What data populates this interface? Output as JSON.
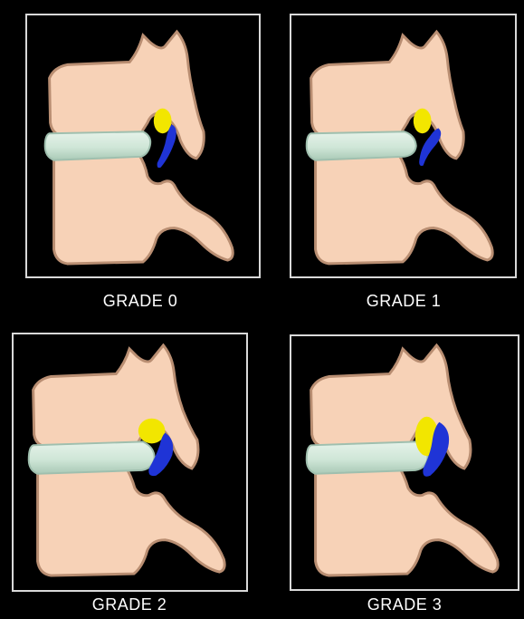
{
  "panels": [
    {
      "caption": "GRADE 0",
      "grade": 0
    },
    {
      "caption": "GRADE 1",
      "grade": 1
    },
    {
      "caption": "GRADE 2",
      "grade": 2
    },
    {
      "caption": "GRADE 3",
      "grade": 3
    }
  ],
  "colors": {
    "bone_fill": "#f7d2b7",
    "bone_outline": "#b98e72",
    "disc_fill": "#cfe6d7",
    "disc_outline": "#9fbfae",
    "nerve_root": "#f2e600",
    "foraminal_content": "#1f34d6",
    "frame": "#d9d9d9",
    "background": "#000000"
  },
  "icons": {
    "vertebra": "vertebra-shape",
    "disc": "intervertebral-disc-shape",
    "nerve": "nerve-root-oval",
    "vessel": "blue-structure"
  }
}
